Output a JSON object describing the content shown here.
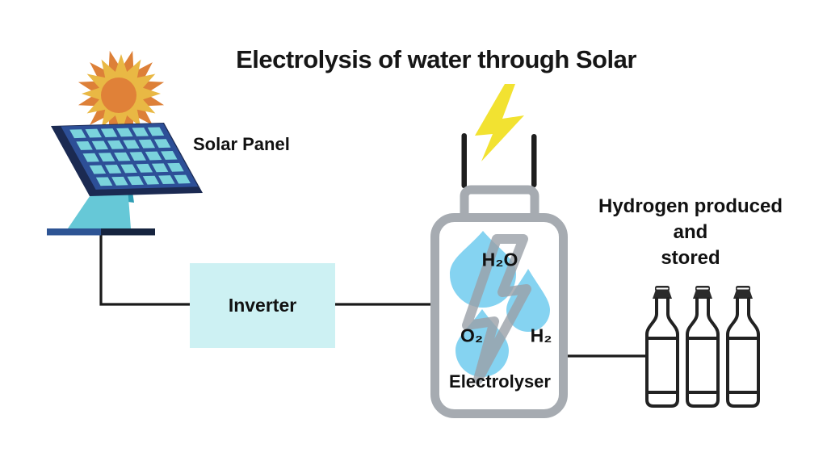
{
  "title": "Electrolysis of water through Solar",
  "solar_panel": {
    "label": "Solar Panel"
  },
  "inverter": {
    "label": "Inverter"
  },
  "electrolyser": {
    "label": "Electrolyser",
    "input": "H₂O",
    "output_oxygen": "O₂",
    "output_hydrogen": "H₂"
  },
  "storage": {
    "lines": [
      "Hydrogen produced",
      "and",
      "stored"
    ]
  },
  "colors": {
    "lightning_yellow": "#f2e231",
    "water_drop_blue": "#85d3f1",
    "electrolyser_gray": "#a6abb1",
    "inner_bolt_gray": "#9aa0a7",
    "inverter_cyan": "#cdf1f3",
    "panel_blue": "#2d4f97",
    "panel_cell_cyan": "#7bd3dc",
    "panel_edge_navy": "#1b2a52",
    "stand_teal": "#66c8d7",
    "stand_teal_dark": "#2f9db4",
    "base_blue": "#2d5494",
    "base_navy": "#16243f",
    "sun_ray_orange": "#dd8038",
    "sun_ray_yellow": "#e9b844",
    "sun_core_orange": "#e08138",
    "wire_black": "#1a1a1a"
  }
}
